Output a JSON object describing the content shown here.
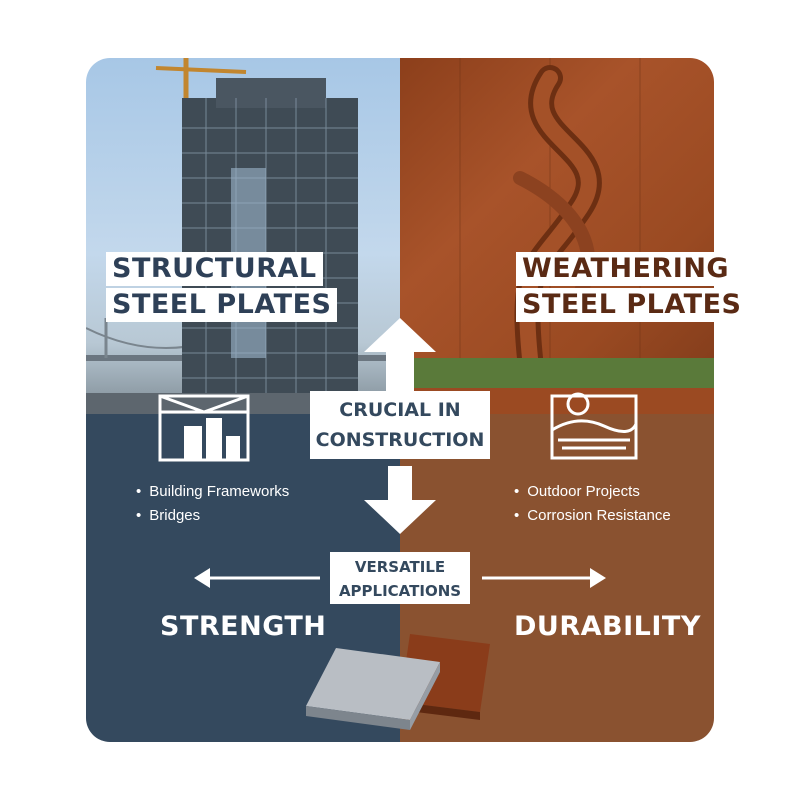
{
  "left_panel": {
    "title_lines": [
      "STRUCTURAL",
      "STEEL PLATES"
    ],
    "bullets": [
      "Building Frameworks",
      "Bridges"
    ],
    "icon": "building-framework-icon",
    "bottom_label": "STRENGTH",
    "color": "#34495e"
  },
  "right_panel": {
    "title_lines": [
      "WEATHERING",
      "STEEL PLATES"
    ],
    "bullets": [
      "Outdoor Projects",
      "Corrosion Resistance"
    ],
    "icon": "landscape-icon",
    "bottom_label": "DURABILITY",
    "color": "#8a5230"
  },
  "center": {
    "top_box_lines": [
      "CRUCIAL IN",
      "CONSTRUCTION"
    ],
    "bottom_box_lines": [
      "VERSATILE",
      "APPLICATIONS"
    ]
  }
}
